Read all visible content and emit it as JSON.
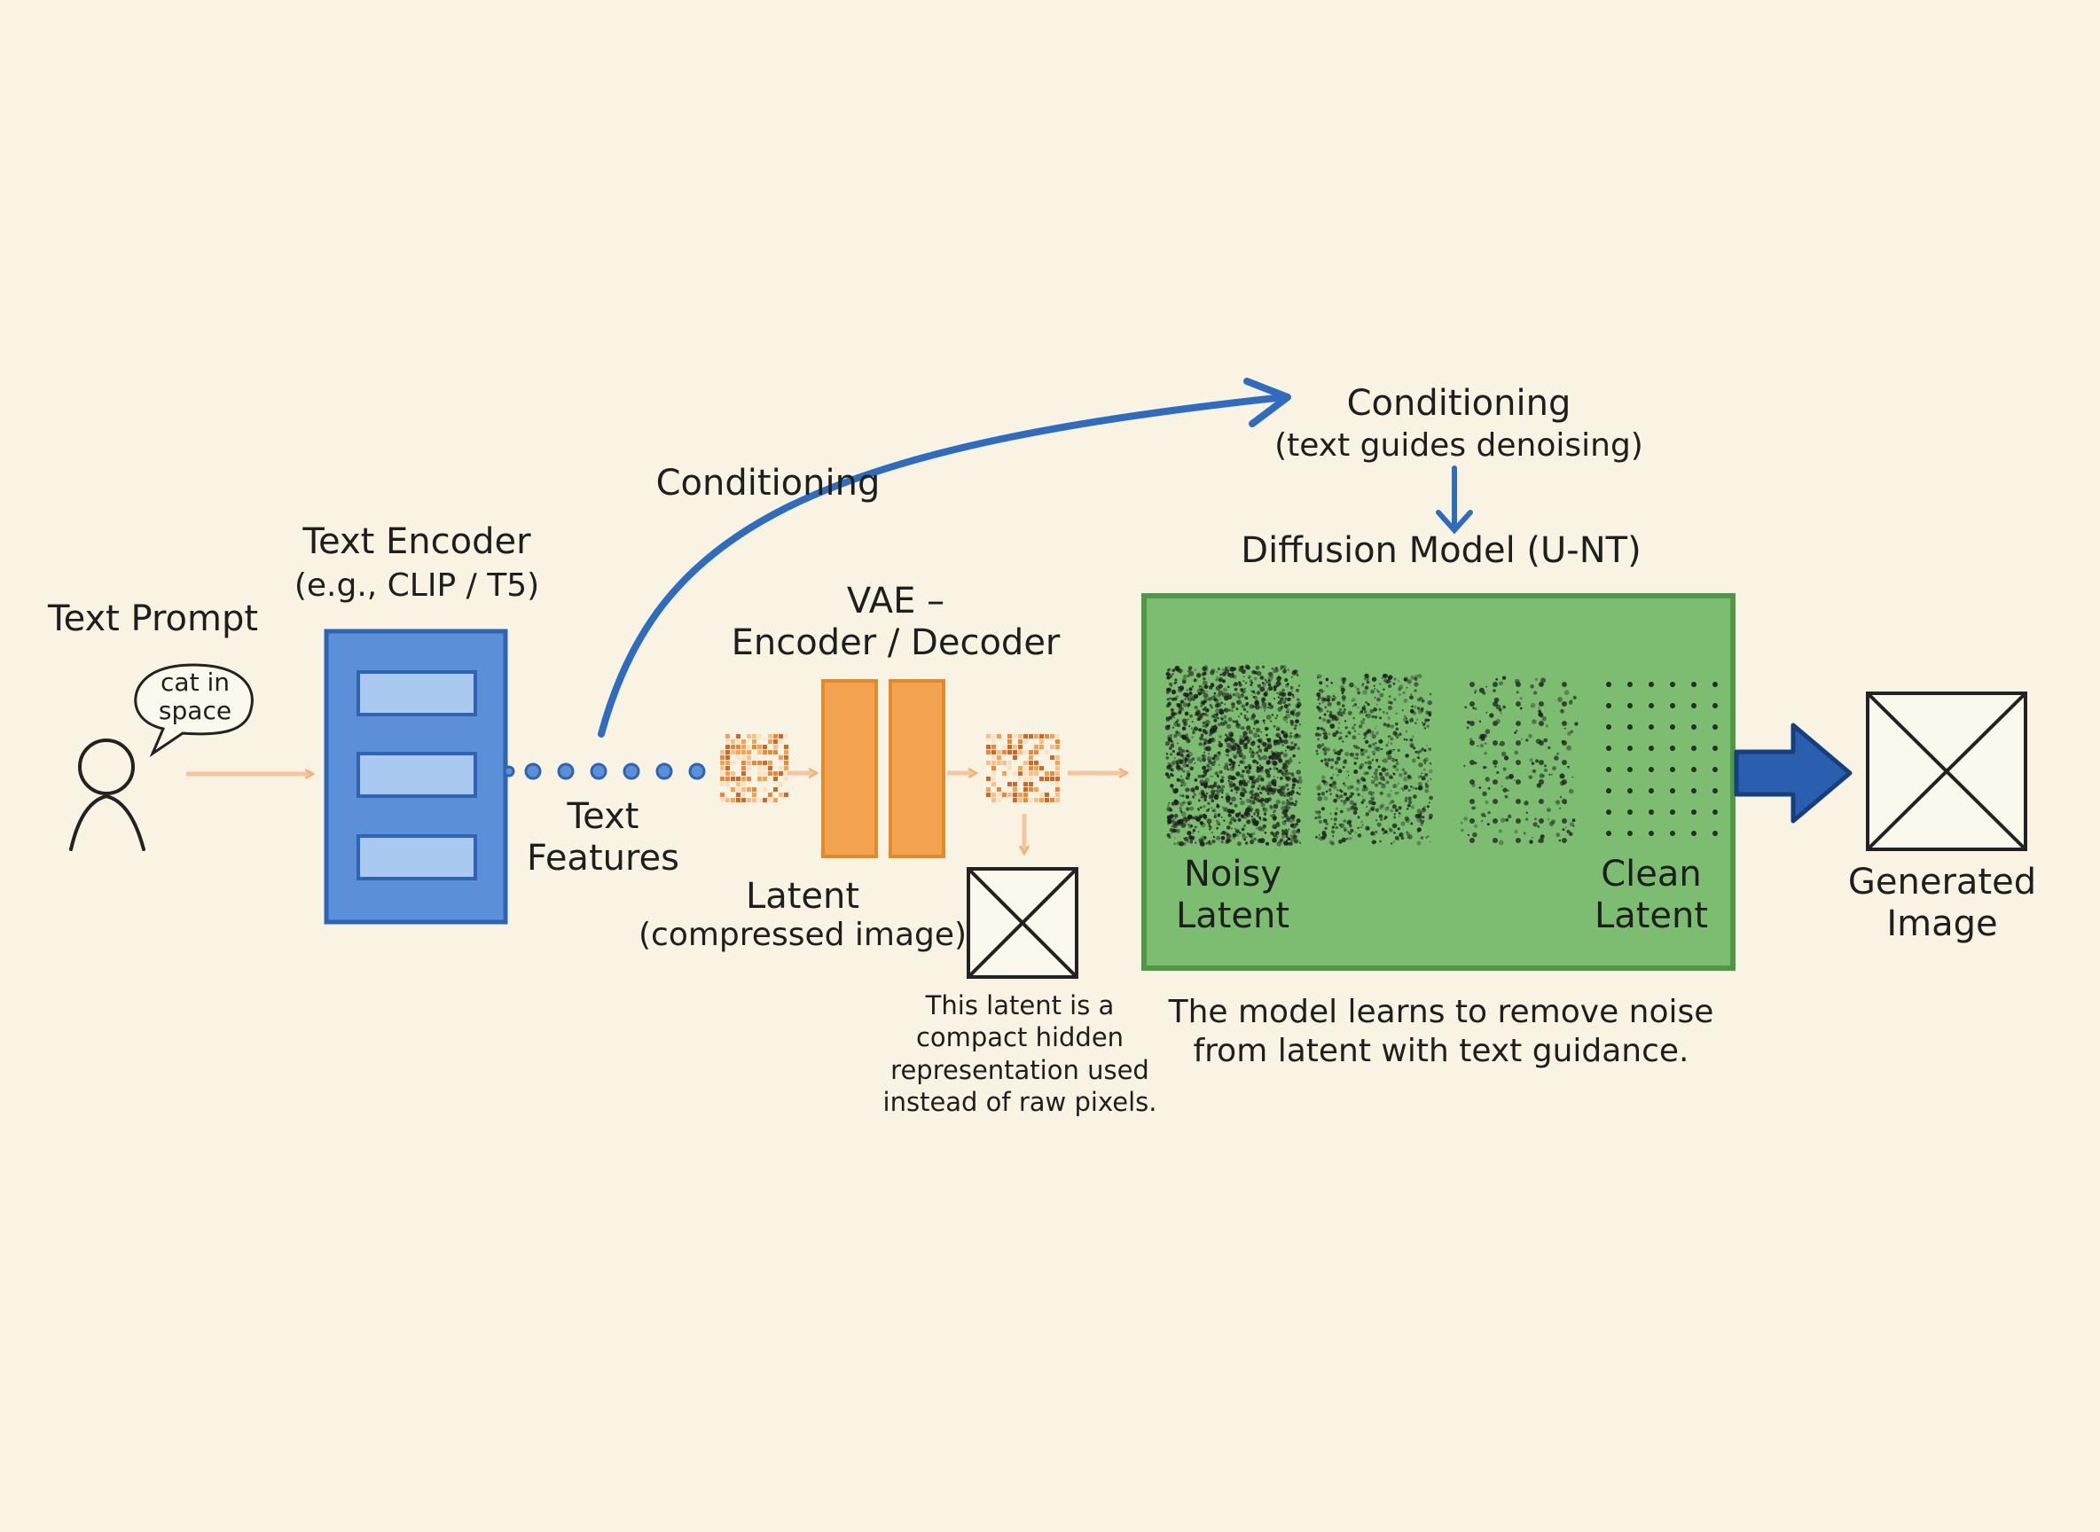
{
  "colors": {
    "background": "#f8f3e2",
    "encoder_blue": "#5b8fd8",
    "arrow_blue": "#2f6cc0",
    "vae_orange": "#f3a24f",
    "diffusion_green": "#7dbd72",
    "flow_peach": "#f3c6a0",
    "ink": "#1e1e1e"
  },
  "text_prompt": {
    "title": "Text Prompt",
    "bubble_line1": "cat in",
    "bubble_line2": "space",
    "person_icon": "person-icon"
  },
  "text_encoder": {
    "title": "Text Encoder",
    "subtitle": "(e.g., CLIP / T5)"
  },
  "text_features": {
    "line1": "Text",
    "line2": "Features"
  },
  "conditioning_arrow_label": "Conditioning",
  "conditioning_target": {
    "title": "Conditioning",
    "subtitle": "(text guides denoising)"
  },
  "vae": {
    "line1": "VAE –",
    "line2": "Encoder / Decoder"
  },
  "latent": {
    "title": "Latent",
    "subtitle": "(compressed image)",
    "image_placeholder_icon": "image-placeholder-icon"
  },
  "latent_note": {
    "line1": "This latent is a",
    "line2": "compact hidden",
    "line3": "representation used",
    "line4": "instead of raw pixels."
  },
  "diffusion": {
    "title": "Diffusion Model (U-NT)",
    "noisy_line1": "Noisy",
    "noisy_line2": "Latent",
    "clean_line1": "Clean",
    "clean_line2": "Latent",
    "caption_line1": "The model learns to remove noise",
    "caption_line2": "from latent with text guidance."
  },
  "output": {
    "line1": "Generated",
    "line2": "Image",
    "image_placeholder_icon": "image-placeholder-icon"
  }
}
